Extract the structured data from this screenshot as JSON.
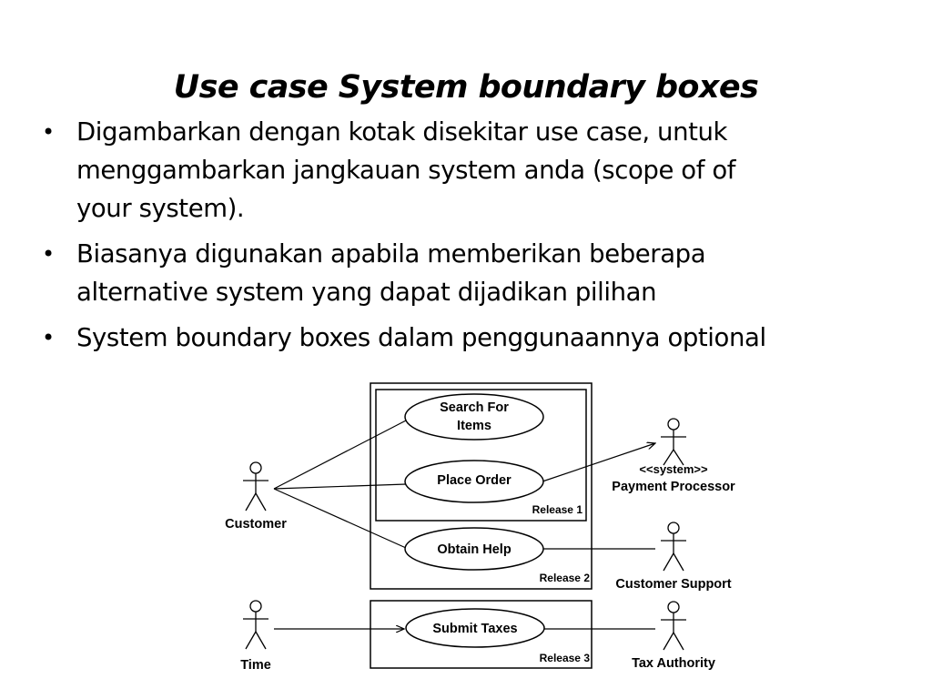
{
  "slide": {
    "title": "Use case System boundary boxes",
    "bullets": [
      {
        "line1": "Digambarkan dengan kotak disekitar use case, untuk",
        "line2": "menggambarkan jangkauan system anda (scope of of",
        "line3": "your system)."
      },
      {
        "line1": "Biasanya digunakan apabila memberikan beberapa",
        "line2": "alternative system yang dapat dijadikan pilihan"
      },
      {
        "line1": "System boundary boxes dalam penggunaannya optional"
      }
    ]
  },
  "diagram": {
    "actors": {
      "customer": "Customer",
      "time": "Time",
      "payment_stereotype": "<<system>>",
      "payment": "Payment Processor",
      "support": "Customer Support",
      "tax": "Tax Authority"
    },
    "use_cases": {
      "search_line1": "Search For",
      "search_line2": "Items",
      "place_order": "Place Order",
      "obtain_help": "Obtain Help",
      "submit_taxes": "Submit Taxes"
    },
    "boundaries": {
      "release1": "Release 1",
      "release2": "Release 2",
      "release3": "Release 3"
    }
  }
}
